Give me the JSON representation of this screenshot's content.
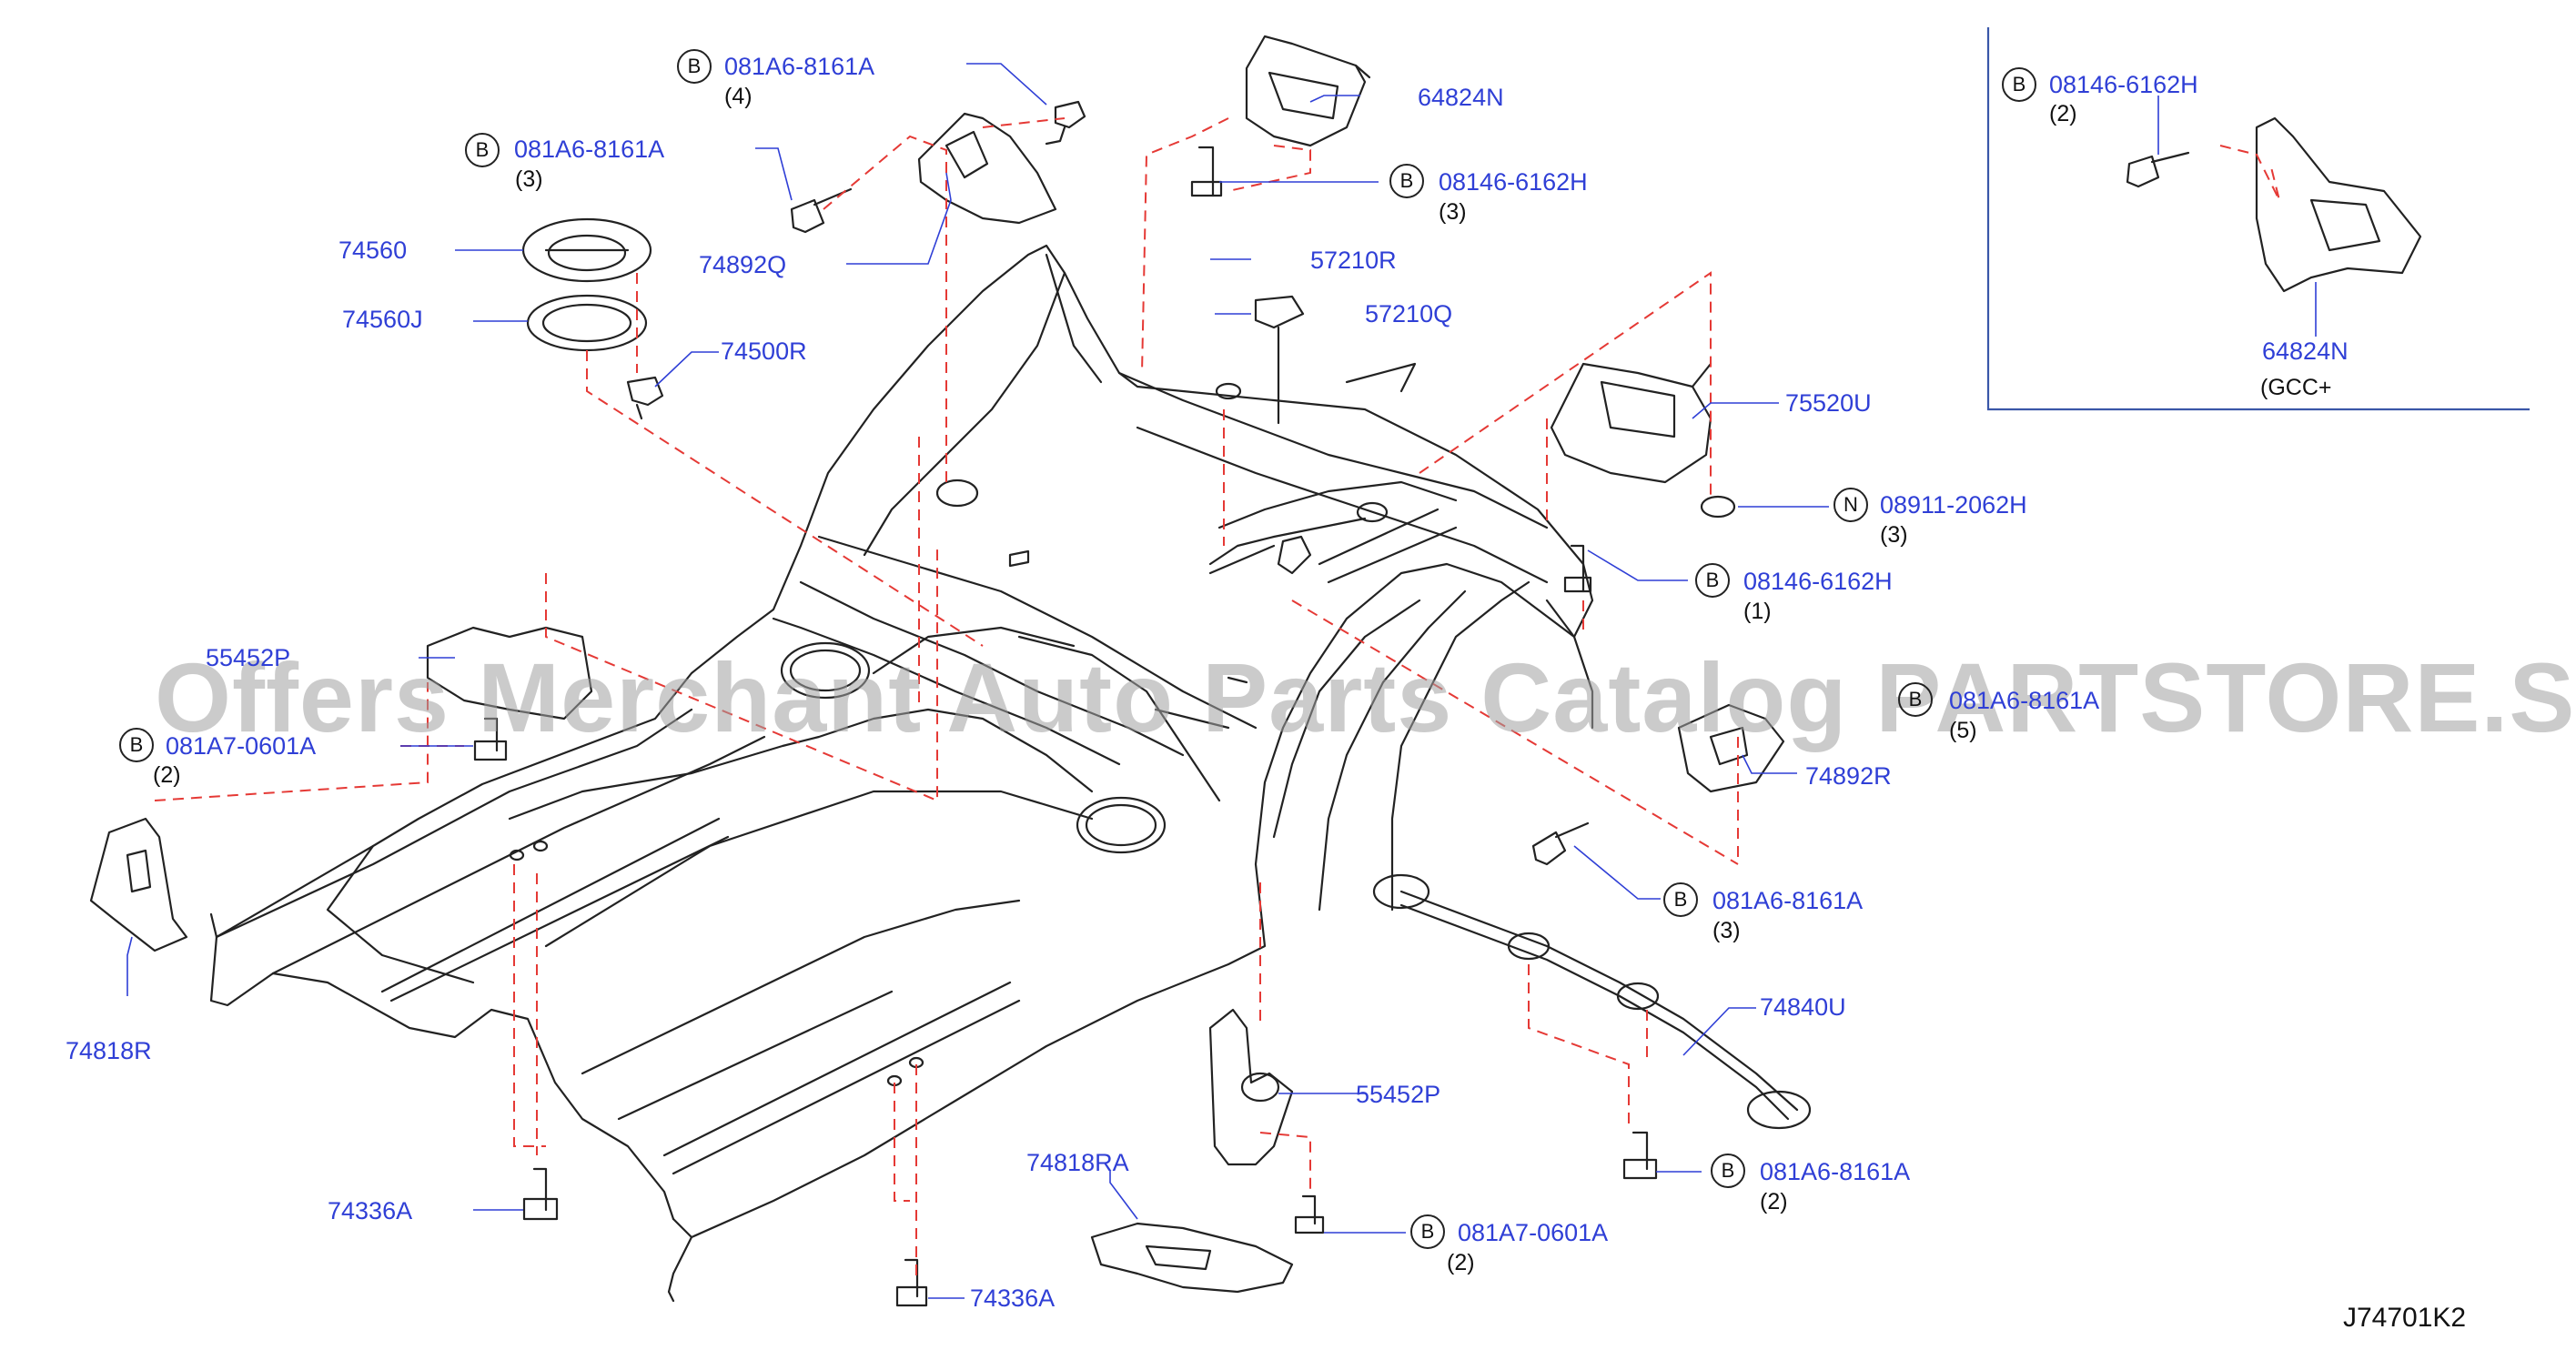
{
  "diagram": {
    "reference": "J74701K2",
    "watermark": "Offers Merchant Auto Parts Catalog PARTSTORE.SA",
    "inset_note": "(GCC+",
    "colors": {
      "label": "#2f3fd6",
      "leader": "#2f3fd6",
      "dash": "#e53935",
      "drawing": "#222222"
    }
  },
  "callouts": [
    {
      "id": "c1",
      "badge": "B",
      "part": "081A6-8161A",
      "qty": "(4)"
    },
    {
      "id": "c2",
      "badge": "",
      "part": "64824N",
      "qty": ""
    },
    {
      "id": "c3",
      "badge": "B",
      "part": "081A6-8161A",
      "qty": "(3)"
    },
    {
      "id": "c4",
      "badge": "B",
      "part": "08146-6162H",
      "qty": "(3)"
    },
    {
      "id": "c5",
      "badge": "",
      "part": "74560",
      "qty": ""
    },
    {
      "id": "c6",
      "badge": "",
      "part": "74892Q",
      "qty": ""
    },
    {
      "id": "c7",
      "badge": "",
      "part": "57210R",
      "qty": ""
    },
    {
      "id": "c8",
      "badge": "",
      "part": "74560J",
      "qty": ""
    },
    {
      "id": "c9",
      "badge": "",
      "part": "57210Q",
      "qty": ""
    },
    {
      "id": "c10",
      "badge": "",
      "part": "74500R",
      "qty": ""
    },
    {
      "id": "c11",
      "badge": "",
      "part": "75520U",
      "qty": ""
    },
    {
      "id": "c12",
      "badge": "N",
      "part": "08911-2062H",
      "qty": "(3)"
    },
    {
      "id": "c13",
      "badge": "B",
      "part": "08146-6162H",
      "qty": "(1)"
    },
    {
      "id": "c14",
      "badge": "",
      "part": "55452P",
      "qty": ""
    },
    {
      "id": "c15",
      "badge": "B",
      "part": "081A6-8161A",
      "qty": "(5)"
    },
    {
      "id": "c16",
      "badge": "B",
      "part": "081A7-0601A",
      "qty": "(2)"
    },
    {
      "id": "c17",
      "badge": "",
      "part": "74892R",
      "qty": ""
    },
    {
      "id": "c18",
      "badge": "B",
      "part": "081A6-8161A",
      "qty": "(3)"
    },
    {
      "id": "c19",
      "badge": "",
      "part": "74840U",
      "qty": ""
    },
    {
      "id": "c20",
      "badge": "",
      "part": "74818R",
      "qty": ""
    },
    {
      "id": "c21",
      "badge": "",
      "part": "55452P",
      "qty": ""
    },
    {
      "id": "c22",
      "badge": "",
      "part": "74818RA",
      "qty": ""
    },
    {
      "id": "c23",
      "badge": "B",
      "part": "081A6-8161A",
      "qty": "(2)"
    },
    {
      "id": "c24",
      "badge": "",
      "part": "74336A",
      "qty": ""
    },
    {
      "id": "c25",
      "badge": "B",
      "part": "081A7-0601A",
      "qty": "(2)"
    },
    {
      "id": "c26",
      "badge": "",
      "part": "74336A",
      "qty": ""
    },
    {
      "id": "c27",
      "badge": "B",
      "part": "08146-6162H",
      "qty": "(2)"
    },
    {
      "id": "c28",
      "badge": "",
      "part": "64824N",
      "qty": ""
    }
  ]
}
